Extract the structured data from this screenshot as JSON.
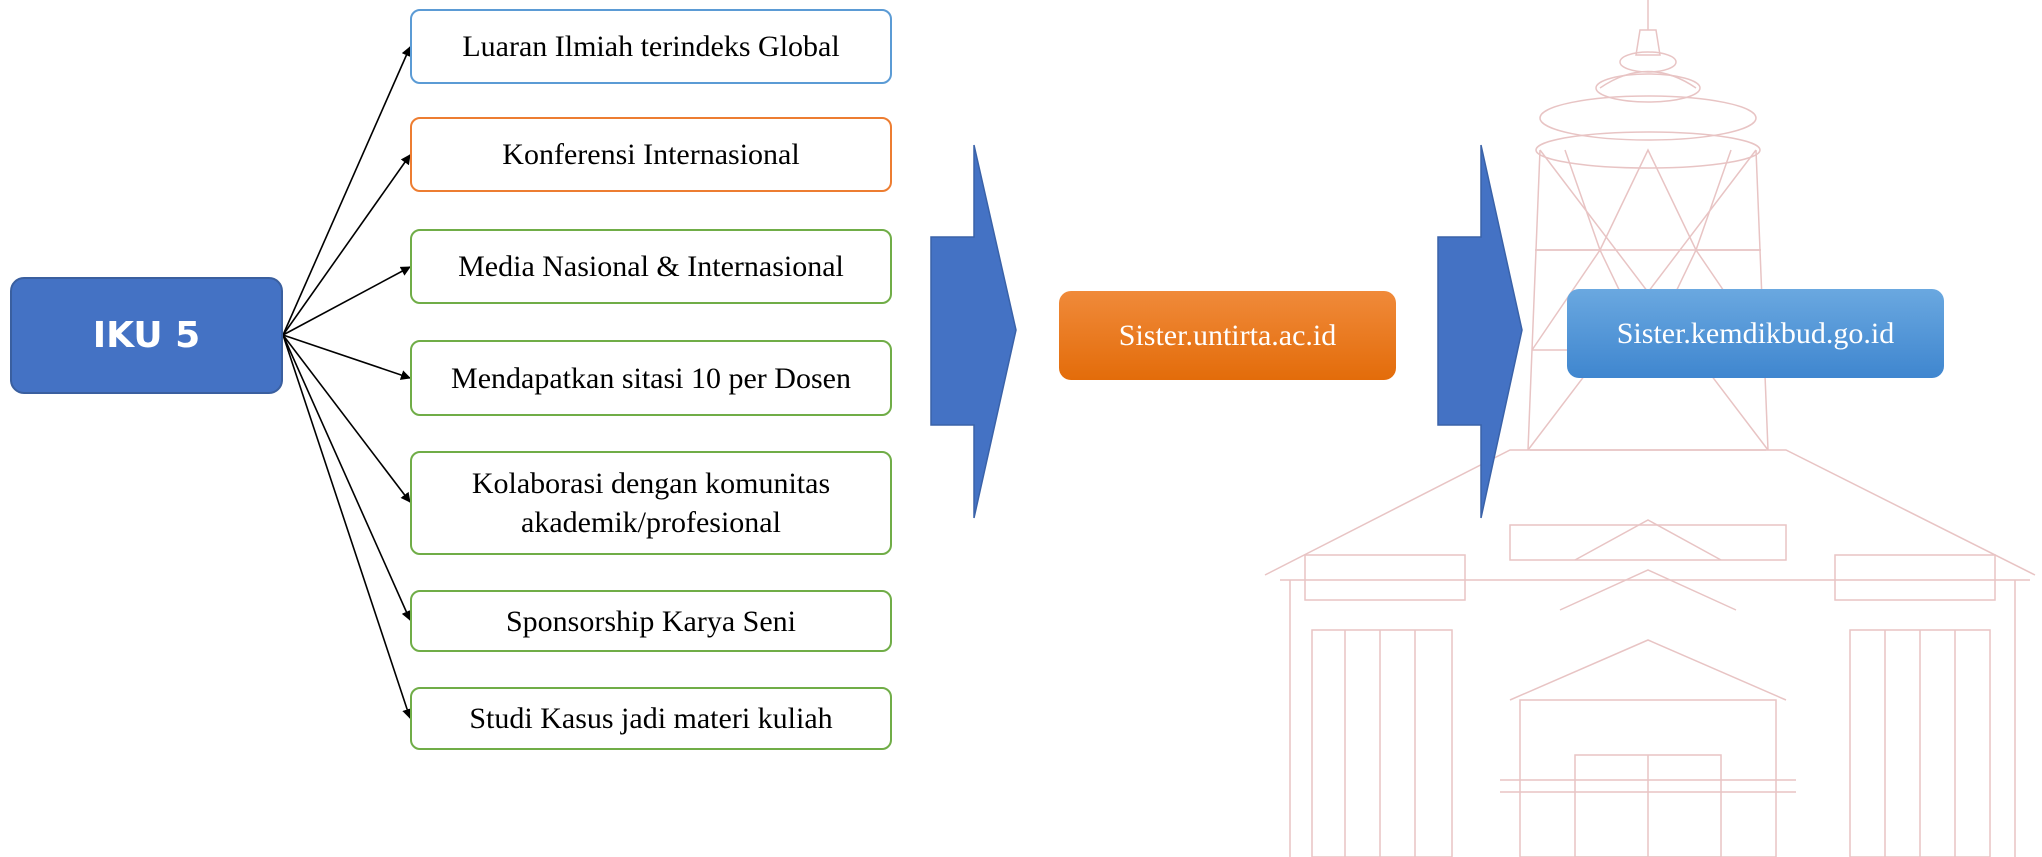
{
  "root": {
    "label": "IKU 5"
  },
  "items": [
    {
      "label": "Luaran Ilmiah terindeks Global"
    },
    {
      "label": "Konferensi Internasional"
    },
    {
      "label": "Media Nasional & Internasional"
    },
    {
      "label": "Mendapatkan sitasi 10 per Dosen"
    },
    {
      "label": "Kolaborasi dengan komunitas akademik/profesional"
    },
    {
      "label": "Sponsorship Karya Seni"
    },
    {
      "label": "Studi Kasus jadi materi kuliah"
    }
  ],
  "destinations": {
    "untirta": {
      "label": "Sister.untirta.ac.id"
    },
    "kemdikbud": {
      "label": "Sister.kemdikbud.go.id"
    }
  },
  "colors": {
    "root": "#4472C4",
    "chevron": "#4472C4",
    "border_blue": "#5B9BD5",
    "border_orange": "#ED7D31",
    "border_green": "#70AD47",
    "dest_orange": "#ED7D31",
    "dest_blue": "#5B9BD5",
    "watermark": "#E8C4C4"
  }
}
